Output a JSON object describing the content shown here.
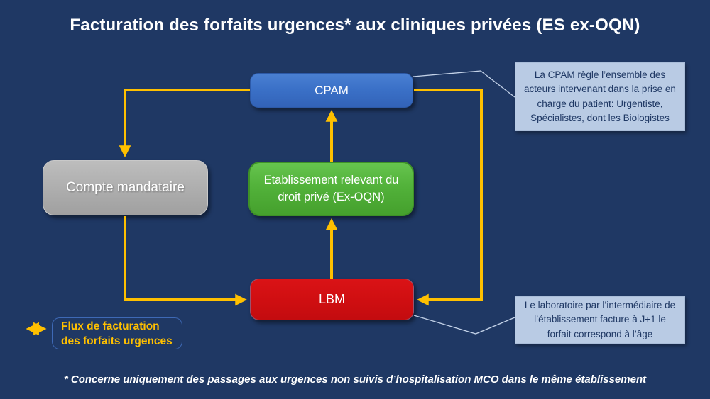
{
  "title": "Facturation des forfaits urgences* aux cliniques privées (ES ex-OQN)",
  "nodes": {
    "cpam": {
      "label": "CPAM",
      "color": "#3B71C8"
    },
    "compte_mandataire": {
      "label": "Compte mandataire",
      "color": "#ACACAC"
    },
    "etablissement": {
      "label": "Etablissement relevant du droit privé (Ex-OQN)",
      "color": "#52B23A"
    },
    "lbm": {
      "label": "LBM",
      "color": "#CF0E11"
    }
  },
  "annotations": {
    "cpam_note": {
      "text": "La CPAM règle l’ensemble des acteurs intervenant dans la prise en charge du patient: Urgentiste, Spécialistes, dont les Biologistes"
    },
    "lbm_note": {
      "text": "Le laboratoire par l’intermédiaire de l’établissement facture à J+1 le forfait correspond à l’âge"
    }
  },
  "flows": [
    {
      "from": "CPAM",
      "to": "Compte mandataire"
    },
    {
      "from": "Compte mandataire",
      "to": "LBM"
    },
    {
      "from": "CPAM",
      "to": "LBM"
    },
    {
      "from": "Etablissement relevant du droit privé (Ex-OQN)",
      "to": "CPAM"
    },
    {
      "from": "LBM",
      "to": "Etablissement relevant du droit privé (Ex-OQN)"
    }
  ],
  "legend": {
    "label": "Flux de facturation des forfaits urgences"
  },
  "footnote": "* Concerne uniquement des passages aux urgences non suivis d’hospitalisation MCO dans le même établissement",
  "colors": {
    "background": "#1F3864",
    "arrow": "#FFC000",
    "note_background": "#B9CBE4",
    "note_text": "#1F3864",
    "legend_text": "#FFC000",
    "title_text": "#FFFFFF"
  }
}
